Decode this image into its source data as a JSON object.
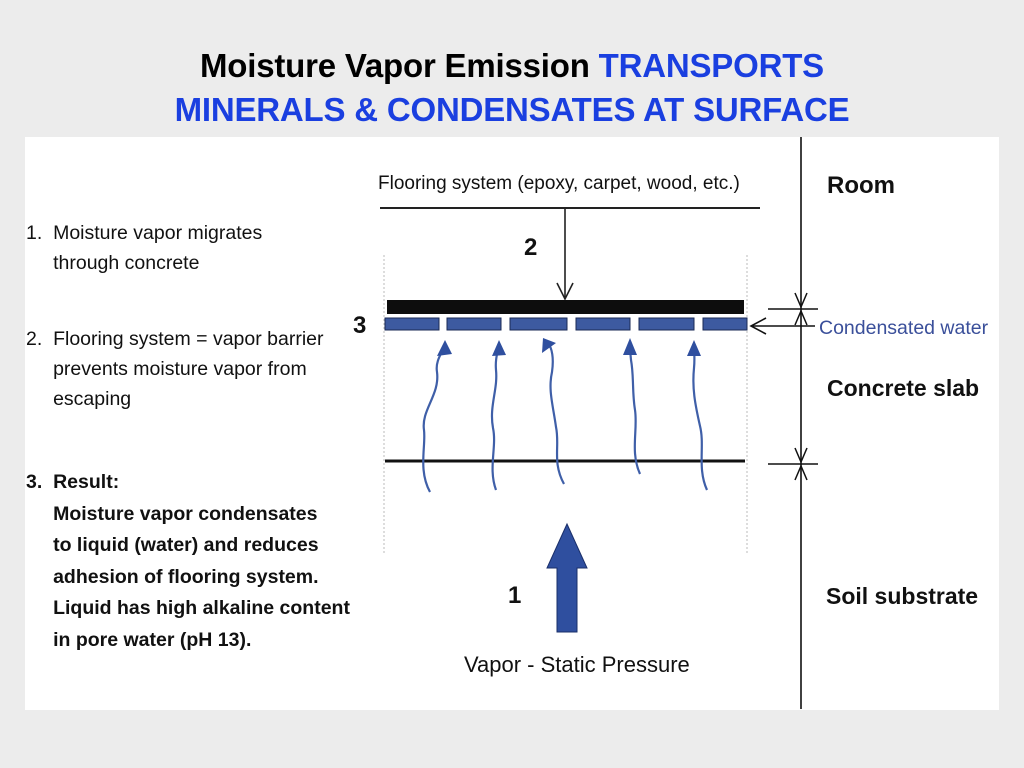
{
  "title": {
    "part1": "Moisture Vapor Emission ",
    "part2": "TRANSPORTS",
    "line2": "MINERALS & CONDENSATES  AT SURFACE"
  },
  "notes": {
    "n1": [
      "1.  Moisture vapor migrates",
      "     through concrete"
    ],
    "n2": [
      "2.  Flooring system = vapor barrier",
      "     prevents moisture vapor from",
      "     escaping"
    ],
    "n3": [
      "3.  Result:",
      "     Moisture vapor condensates",
      "     to liquid (water) and reduces",
      "     adhesion of flooring system.",
      "     Liquid has high alkaline content",
      "     in pore water (pH 13)."
    ]
  },
  "diagram": {
    "flooring_label": "Flooring system (epoxy, carpet, wood, etc.)",
    "marker_1": "1",
    "marker_2": "2",
    "marker_3": "3",
    "pressure_label": "Vapor - Static Pressure",
    "zones": {
      "room": "Room",
      "condensated": "Condensated water",
      "slab": "Concrete slab",
      "soil": "Soil substrate"
    }
  },
  "colors": {
    "title_blue": "#1a3fe0",
    "arrow_blue": "#2f4f9f",
    "wave_blue": "#3f5fa8",
    "condensate_text": "#3a4f9a"
  }
}
